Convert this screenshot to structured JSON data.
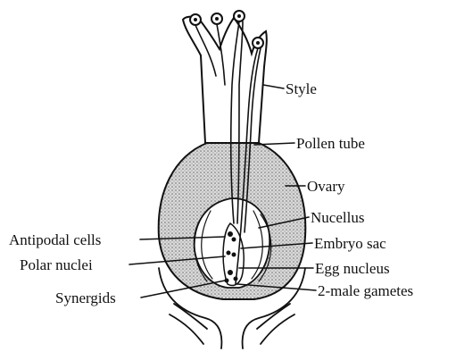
{
  "labels": {
    "style": "Style",
    "pollen_tube": "Pollen tube",
    "ovary": "Ovary",
    "nucellus": "Nucellus",
    "embryo_sac": "Embryo sac",
    "egg_nucleus": "Egg nucleus",
    "male_gametes": "2-male gametes",
    "antipodal_cells": "Antipodal cells",
    "polar_nuclei": "Polar nuclei",
    "synergids": "Synergids"
  },
  "colors": {
    "ink": "#111111",
    "stipple": "#bdbdbd",
    "background": "#ffffff"
  }
}
